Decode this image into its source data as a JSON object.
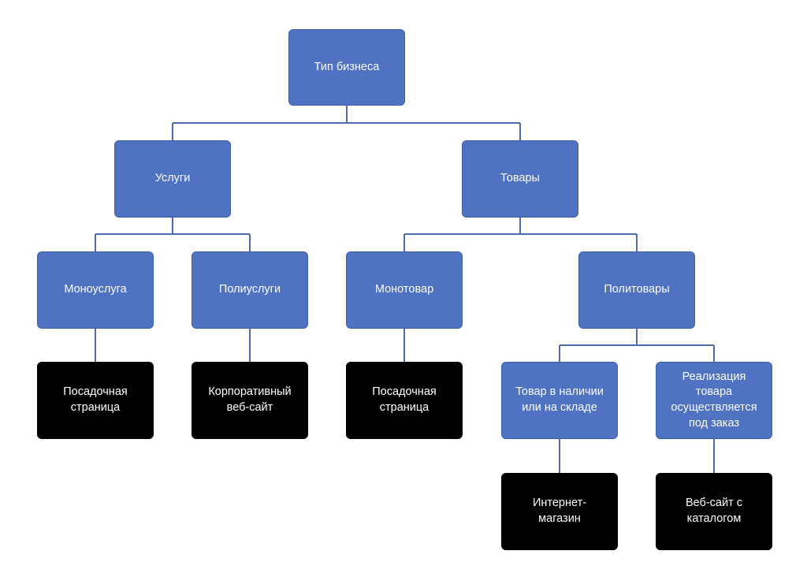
{
  "diagram": {
    "root": "Тип бизнеса",
    "services": "Услуги",
    "goods": "Товары",
    "mono_service": "Моноуслуга",
    "poly_service": "Полиуслуги",
    "mono_goods": "Монотовар",
    "poly_goods": "Политовары",
    "landing_page_1": "Посадочная\nстраница",
    "corporate_site": "Корпоративный\nвеб-сайт",
    "landing_page_2": "Посадочная\nстраница",
    "in_stock": "Товар в наличии\nили на складе",
    "to_order": "Реализация\nтовара\nосуществляется\nпод заказ",
    "online_store": "Интернет-\nмагазин",
    "catalog_site": "Веб-сайт с\nкаталогом"
  },
  "colors": {
    "node_blue": "#4f72c2",
    "node_black": "#000000",
    "connector": "#4a6cb3"
  }
}
